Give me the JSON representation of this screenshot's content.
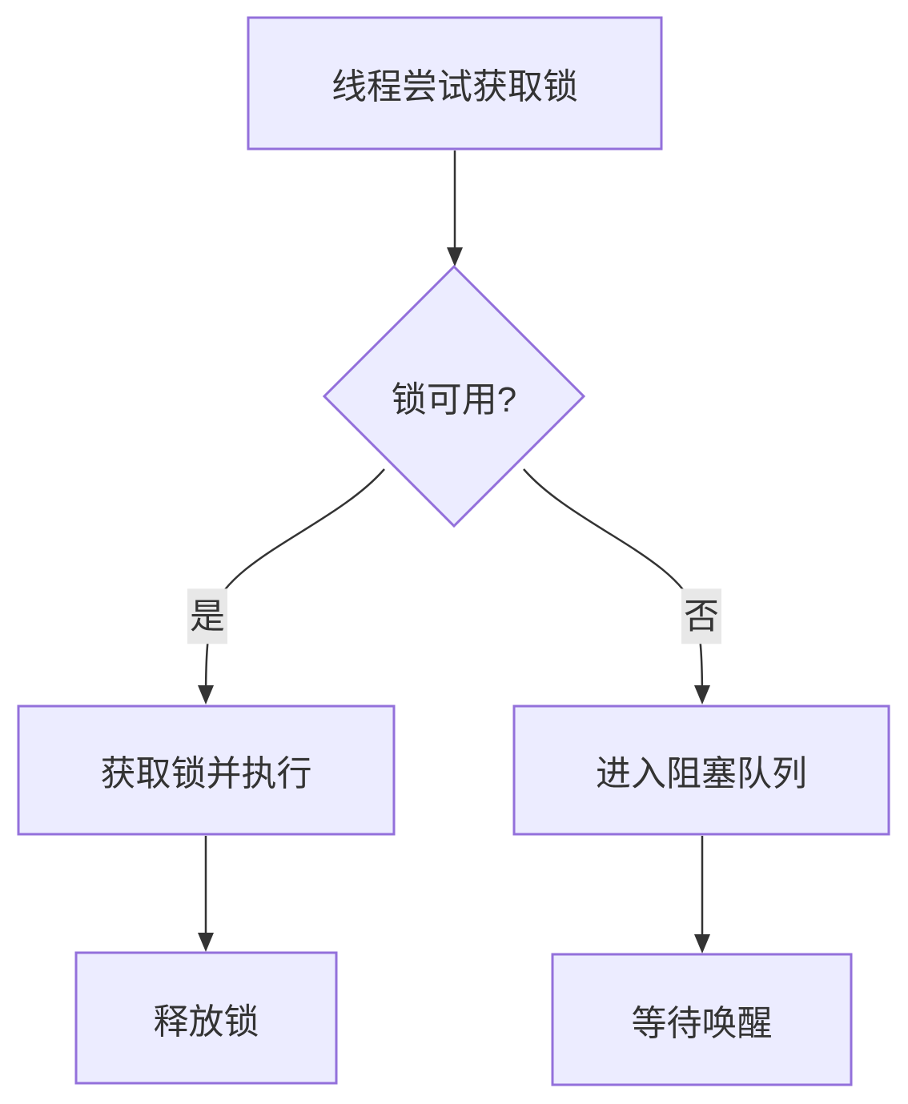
{
  "diagram": {
    "type": "flowchart",
    "direction": "top-down",
    "nodes": {
      "start": "线程尝试获取锁",
      "decision": "锁可用?",
      "acquire": "获取锁并执行",
      "enqueue": "进入阻塞队列",
      "release": "释放锁",
      "wake": "等待唤醒"
    },
    "edge_labels": {
      "yes": "是",
      "no": "否"
    },
    "connections": [
      {
        "from": "start",
        "to": "decision",
        "label": ""
      },
      {
        "from": "decision",
        "to": "acquire",
        "label": "是"
      },
      {
        "from": "decision",
        "to": "enqueue",
        "label": "否"
      },
      {
        "from": "acquire",
        "to": "release",
        "label": ""
      },
      {
        "from": "enqueue",
        "to": "wake",
        "label": ""
      }
    ],
    "colors": {
      "node_fill": "#ECECFF",
      "node_border": "#9370DB",
      "line": "#333333",
      "text": "#333333",
      "edge_label_bg": "#e8e8e8",
      "background": "#ffffff"
    }
  }
}
